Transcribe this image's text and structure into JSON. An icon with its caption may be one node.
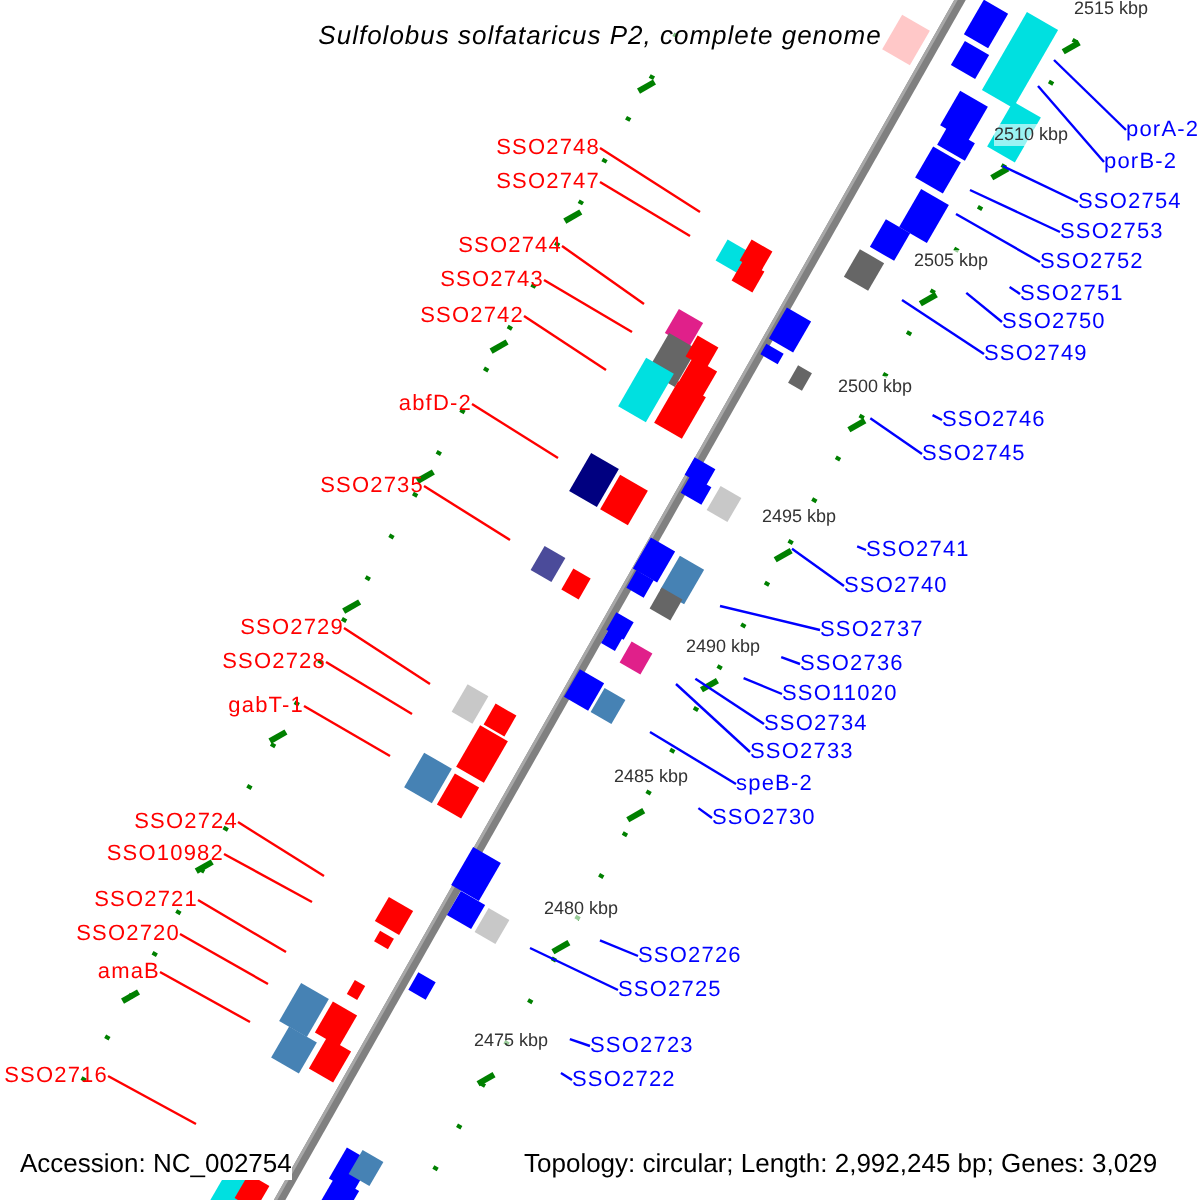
{
  "diagram": {
    "title": "Sulfolobus solfataricus P2, complete genome",
    "nodes": [
      {
        "text": [
          "SSO2748"
        ]
      },
      {
        "text": [
          "SSO2747"
        ]
      },
      {
        "text": [
          "SSO2744"
        ]
      },
      {
        "text": [
          "SSO2743"
        ]
      },
      {
        "text": [
          "SSO2742"
        ]
      },
      {
        "text": [
          "abfD-2"
        ]
      },
      {
        "text": [
          "SSO2735"
        ]
      },
      {
        "text": [
          "SSO2729"
        ]
      },
      {
        "text": [
          "SSO2728"
        ]
      },
      {
        "text": [
          "gabT-1"
        ]
      },
      {
        "text": [
          "SSO2724"
        ]
      },
      {
        "text": [
          "SSO10982"
        ]
      },
      {
        "text": [
          "SSO2721"
        ]
      },
      {
        "text": [
          "SSO2720"
        ]
      },
      {
        "text": [
          "amaB"
        ]
      },
      {
        "text": [
          "SSO2716"
        ]
      },
      {
        "text": [
          "porA-2"
        ]
      },
      {
        "text": [
          "porB-2"
        ]
      },
      {
        "text": [
          "SSO2754"
        ]
      },
      {
        "text": [
          "SSO2753"
        ]
      },
      {
        "text": [
          "SSO2752"
        ]
      },
      {
        "text": [
          "SSO2751"
        ]
      },
      {
        "text": [
          "SSO2750"
        ]
      },
      {
        "text": [
          "SSO2749"
        ]
      },
      {
        "text": [
          "SSO2746"
        ]
      },
      {
        "text": [
          "SSO2745"
        ]
      },
      {
        "text": [
          "SSO2741"
        ]
      },
      {
        "text": [
          "SSO2740"
        ]
      },
      {
        "text": [
          "SSO2737"
        ]
      },
      {
        "text": [
          "SSO2736"
        ]
      },
      {
        "text": [
          "SSO11020"
        ]
      },
      {
        "text": [
          "SSO2734"
        ]
      },
      {
        "text": [
          "SSO2733"
        ]
      },
      {
        "text": [
          "speB-2"
        ]
      },
      {
        "text": [
          "SSO2730"
        ]
      },
      {
        "text": [
          "SSO2726"
        ]
      },
      {
        "text": [
          "SSO2725"
        ]
      },
      {
        "text": [
          "SSO2723"
        ]
      },
      {
        "text": [
          "SSO2722"
        ]
      }
    ],
    "edges": [
      {
        "from": 0,
        "to": null,
        "arrow": "none",
        "color": "#ff0000"
      },
      {
        "from": 1,
        "to": null,
        "arrow": "none",
        "color": "#ff0000"
      },
      {
        "from": 2,
        "to": null,
        "arrow": "none",
        "color": "#ff0000"
      },
      {
        "from": 3,
        "to": null,
        "arrow": "none",
        "color": "#ff0000"
      },
      {
        "from": 4,
        "to": null,
        "arrow": "none",
        "color": "#ff0000"
      },
      {
        "from": 5,
        "to": null,
        "arrow": "none",
        "color": "#ff0000"
      },
      {
        "from": 6,
        "to": null,
        "arrow": "none",
        "color": "#ff0000"
      },
      {
        "from": 7,
        "to": null,
        "arrow": "none",
        "color": "#ff0000"
      },
      {
        "from": 8,
        "to": null,
        "arrow": "none",
        "color": "#ff0000"
      },
      {
        "from": 9,
        "to": null,
        "arrow": "none",
        "color": "#ff0000"
      },
      {
        "from": 10,
        "to": null,
        "arrow": "none",
        "color": "#ff0000"
      },
      {
        "from": 11,
        "to": null,
        "arrow": "none",
        "color": "#ff0000"
      },
      {
        "from": 12,
        "to": null,
        "arrow": "none",
        "color": "#ff0000"
      },
      {
        "from": 13,
        "to": null,
        "arrow": "none",
        "color": "#ff0000"
      },
      {
        "from": 14,
        "to": null,
        "arrow": "none",
        "color": "#ff0000"
      },
      {
        "from": 15,
        "to": null,
        "arrow": "none",
        "color": "#ff0000"
      },
      {
        "from": 16,
        "to": null,
        "arrow": "none"
      },
      {
        "from": 17,
        "to": null,
        "arrow": "none"
      },
      {
        "from": 18,
        "to": null,
        "arrow": "none"
      },
      {
        "from": 19,
        "to": null,
        "arrow": "none"
      },
      {
        "from": 20,
        "to": null,
        "arrow": "none"
      },
      {
        "from": 21,
        "to": null,
        "arrow": "none"
      },
      {
        "from": 22,
        "to": null,
        "arrow": "none"
      },
      {
        "from": 23,
        "to": null,
        "arrow": "none"
      },
      {
        "from": 24,
        "to": null,
        "arrow": "none"
      },
      {
        "from": 25,
        "to": null,
        "arrow": "none"
      },
      {
        "from": 26,
        "to": null,
        "arrow": "none"
      },
      {
        "from": 27,
        "to": null,
        "arrow": "none"
      },
      {
        "from": 28,
        "to": null,
        "arrow": "none"
      },
      {
        "from": 29,
        "to": null,
        "arrow": "none"
      },
      {
        "from": 30,
        "to": null,
        "arrow": "none"
      },
      {
        "from": 31,
        "to": null,
        "arrow": "none"
      },
      {
        "from": 32,
        "to": null,
        "arrow": "none"
      },
      {
        "from": 33,
        "to": null,
        "arrow": "none"
      },
      {
        "from": 34,
        "to": null,
        "arrow": "none"
      },
      {
        "from": 35,
        "to": null,
        "arrow": "none"
      },
      {
        "from": 36,
        "to": null,
        "arrow": "none"
      },
      {
        "from": 37,
        "to": null,
        "arrow": "none"
      },
      {
        "from": 38,
        "to": null,
        "arrow": "none"
      }
    ],
    "labels": [
      "2515 kbp",
      "2510 kbp",
      "2505 kbp",
      "2500 kbp",
      "2495 kbp",
      "2490 kbp",
      "2485 kbp",
      "2480 kbp",
      "2475 kbp",
      "Accession: NC_002754",
      "Topology: circular; Length: 2,992,245 bp; Genes: 3,029"
    ]
  }
}
